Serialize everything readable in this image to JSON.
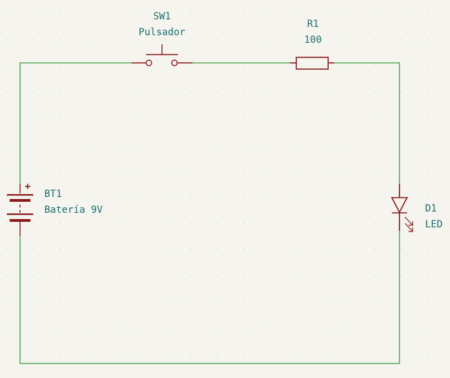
{
  "colors": {
    "background": "#f5f4ef",
    "wire": "#3fa03f",
    "symbol": "#8b1a1a",
    "label": "#1f6e6e",
    "grid_dot": "#c9c9c3"
  },
  "components": {
    "switch": {
      "ref": "SW1",
      "value": "Pulsador"
    },
    "resistor": {
      "ref": "R1",
      "value": "100"
    },
    "battery": {
      "ref": "BT1",
      "value": "Batería 9V",
      "polarity": "+"
    },
    "led": {
      "ref": "D1",
      "value": "LED"
    }
  }
}
